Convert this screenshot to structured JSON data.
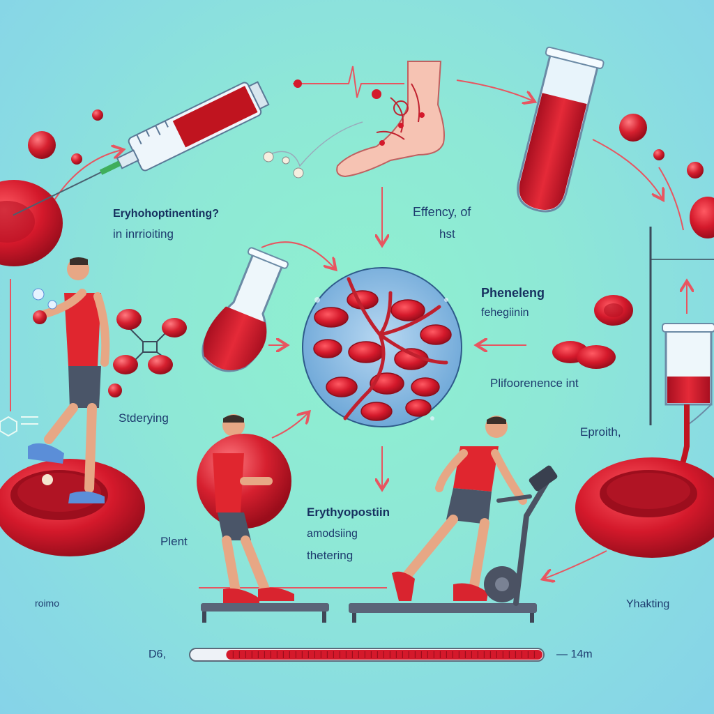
{
  "labels": {
    "top_left_1": "Eryhohoptinenting?",
    "top_left_2": "in inrrioiting",
    "top_center_1": "Effency, of",
    "top_center_2": "hst",
    "right_1": "Pheneleng",
    "right_2": "fehegiinin",
    "right_3": "Plifoorenence int",
    "left_mid": "Stderying",
    "right_mid": "Eproith,",
    "center_1": "Erythyopostiin",
    "center_2": "amodsiing",
    "center_3": "thetering",
    "bottom_left_1": "Plent",
    "bottom_left_2": "roimo",
    "bottom_right": "Yhakting",
    "progress_left": "D6,",
    "progress_right": "— 14m"
  },
  "progress": {
    "fill_fraction": 0.9
  },
  "colors": {
    "background": "#8ee8d6",
    "blood_red": "#d4192b",
    "dark_red": "#a80f20",
    "arrow": "#e85560",
    "text": "#1d3b6e",
    "shirt": "#e0262f",
    "shorts": "#4a5568",
    "treadmill": "#5a6478"
  },
  "icons": [
    "syringe-icon",
    "foot-icon",
    "test-tube-icon",
    "blood-cell-icon",
    "molecule-icon",
    "treadmill-icon",
    "runner-icon",
    "athlete-icon",
    "blood-vessel-circle-icon",
    "iv-tube-icon"
  ]
}
